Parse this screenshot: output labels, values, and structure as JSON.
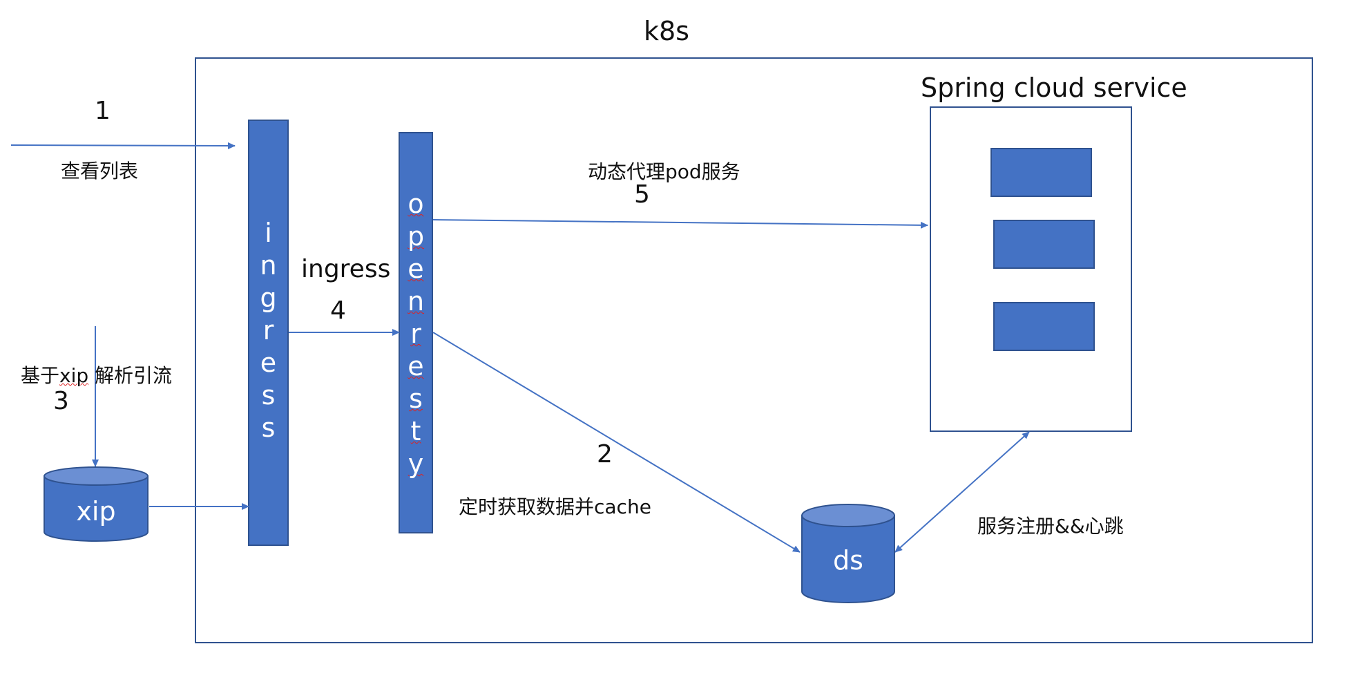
{
  "k8s_label": "k8s",
  "spring_label": "Spring cloud service",
  "ingress_vertical": "ingress",
  "openresty_vertical": "openresty",
  "ingress_label": "ingress",
  "step1_number": "1",
  "step1_text": "查看列表",
  "step2_number": "2",
  "step2_text": "定时获取数据并cache",
  "step3_number": "3",
  "step3_text": "基于xip 解析引流",
  "step4_number": "4",
  "step5_number": "5",
  "step5_text": "动态代理pod服务",
  "xip_label": "xip",
  "ds_label": "ds",
  "heartbeat_text": "服务注册&&心跳",
  "colors": {
    "accent": "#4472c4",
    "border": "#2f528f",
    "line": "#4472c4"
  }
}
